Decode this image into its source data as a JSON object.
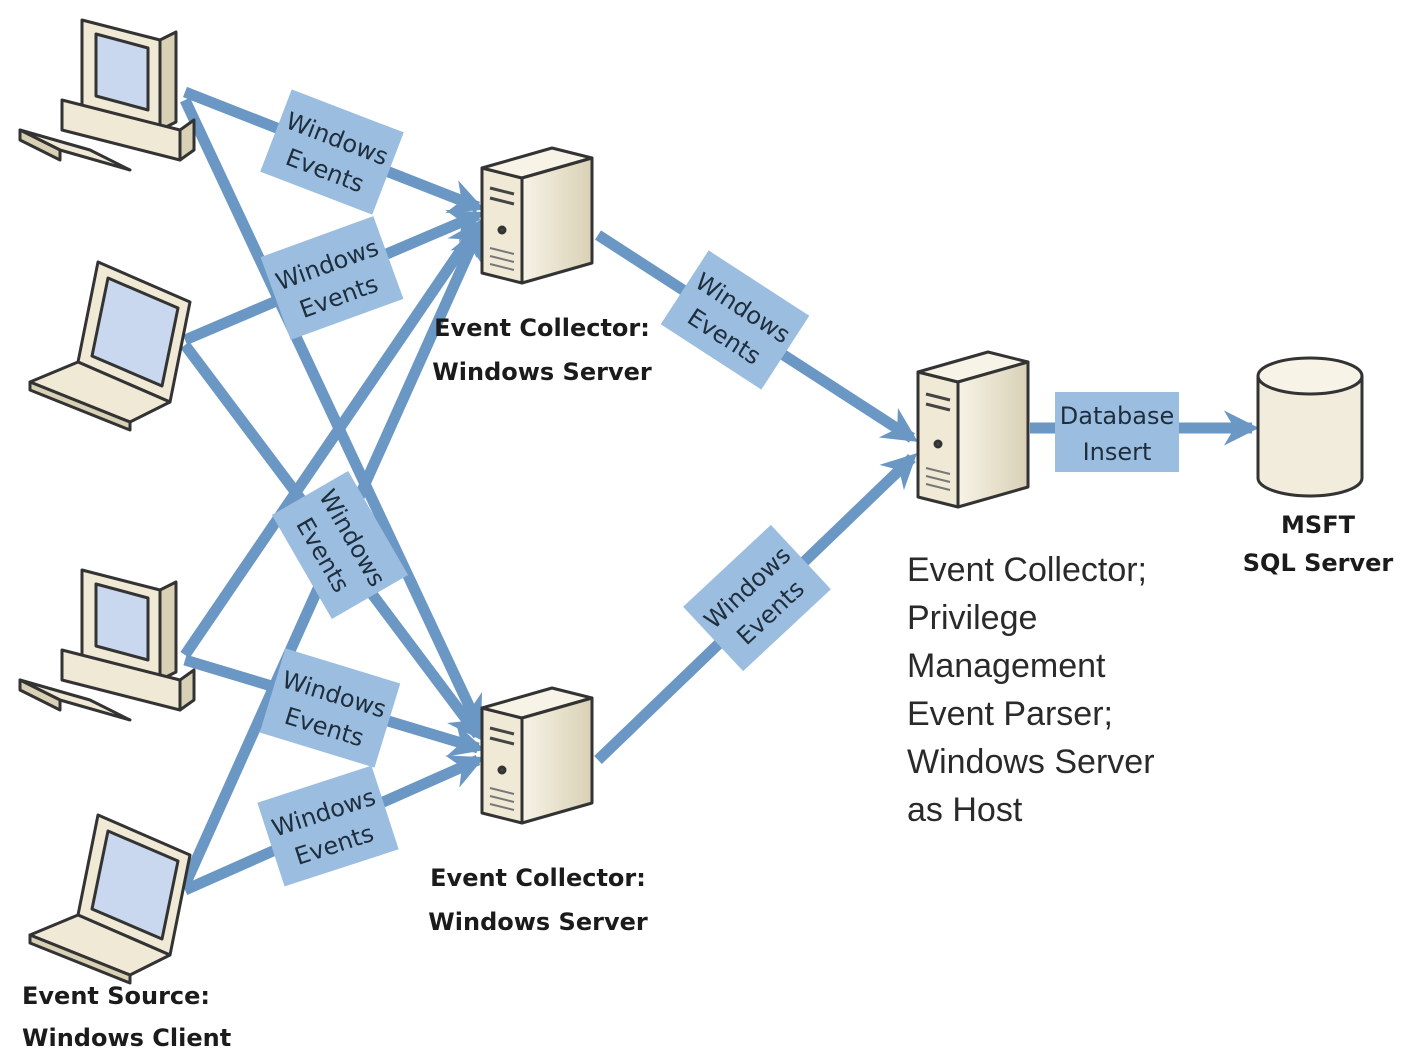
{
  "edge_label": "Windows\nEvents",
  "db_edge_label": "Database\nInsert",
  "collector_top_label": [
    "Event Collector:",
    "Windows Server"
  ],
  "collector_bottom_label": [
    "Event Collector:",
    "Windows Server"
  ],
  "source_label": [
    "Event Source:",
    "Windows Client"
  ],
  "host_label": [
    "Event Collector;",
    "Privilege",
    "Management",
    "Event Parser;",
    "Windows Server",
    "as Host"
  ],
  "sql_label": [
    "MSFT",
    "SQL Server"
  ],
  "colors": {
    "arrow": "#6a97c4",
    "label_box": "#9bbde0",
    "device_beige": "#efe9d5",
    "device_outline": "#333333",
    "screen": "#c9d8ee"
  },
  "icons": [
    "desktop-computer-icon",
    "laptop-icon",
    "server-tower-icon",
    "database-cylinder-icon"
  ]
}
